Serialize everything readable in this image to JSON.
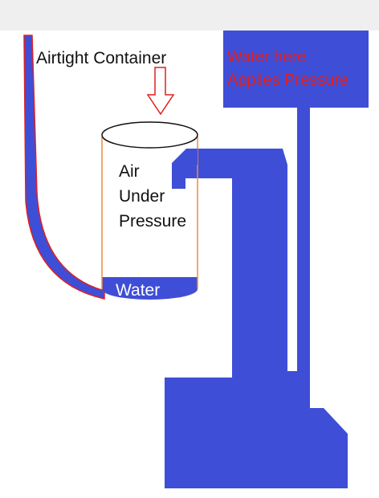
{
  "labels": {
    "container": "Airtight Container",
    "air": [
      "Air",
      "Under",
      "Pressure"
    ],
    "water": "Water",
    "pressure_note": [
      "Water here",
      "Applies Pressure"
    ]
  },
  "colors": {
    "water_blue": "#3f4ed6",
    "tube_outline": "#e02020",
    "container_edge": "#f08a3c",
    "arrow_outline": "#e02020",
    "text_black": "#111111",
    "text_red": "#e02020",
    "text_white": "#ffffff",
    "top_band": "#efefef"
  }
}
